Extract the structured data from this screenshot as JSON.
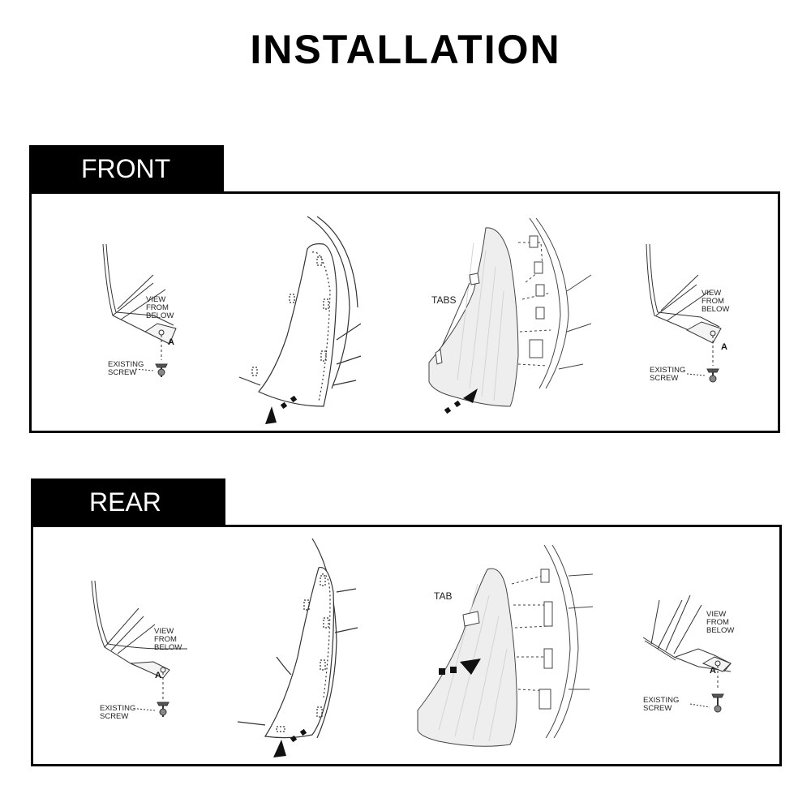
{
  "title": "INSTALLATION",
  "sections": {
    "front": {
      "label": "FRONT",
      "view_from_below": [
        "VIEW",
        "FROM",
        "BELOW"
      ],
      "existing_screw": [
        "EXISTING",
        "SCREW"
      ],
      "point_a": "A",
      "tabs_label": "TABS"
    },
    "rear": {
      "label": "REAR",
      "view_from_below": [
        "VIEW",
        "FROM",
        "BELOW"
      ],
      "existing_screw": [
        "EXISTING",
        "SCREW"
      ],
      "point_a": "A",
      "tab_label": "TAB"
    }
  }
}
